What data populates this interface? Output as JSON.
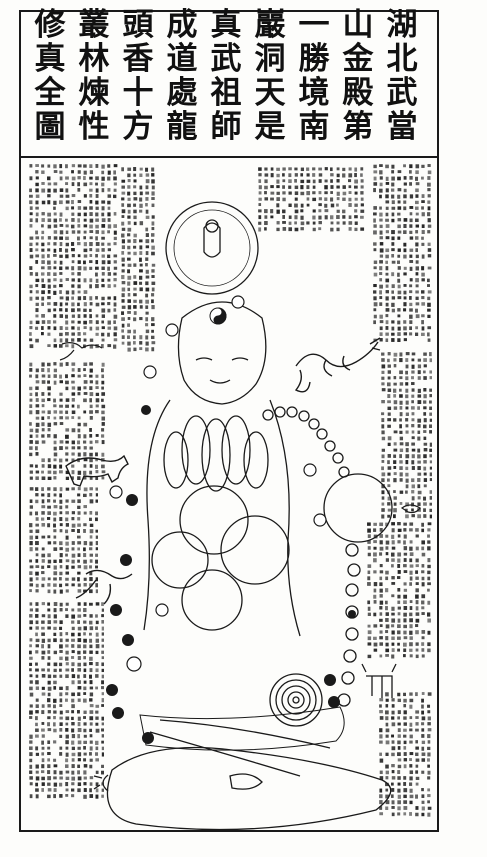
{
  "title": {
    "columns": [
      "湖北武當",
      "山金殿第",
      "一勝境南",
      "巖洞天是",
      "真武祖師",
      "成道處龍",
      "頭香十方",
      "叢林煉性",
      "修真全圖"
    ]
  },
  "colors": {
    "ink": "#111111",
    "paper": "#fdfdfb"
  },
  "icons": [
    "dragon",
    "tiger",
    "bird",
    "bird",
    "deer",
    "spiral",
    "moon",
    "yin-yang"
  ]
}
